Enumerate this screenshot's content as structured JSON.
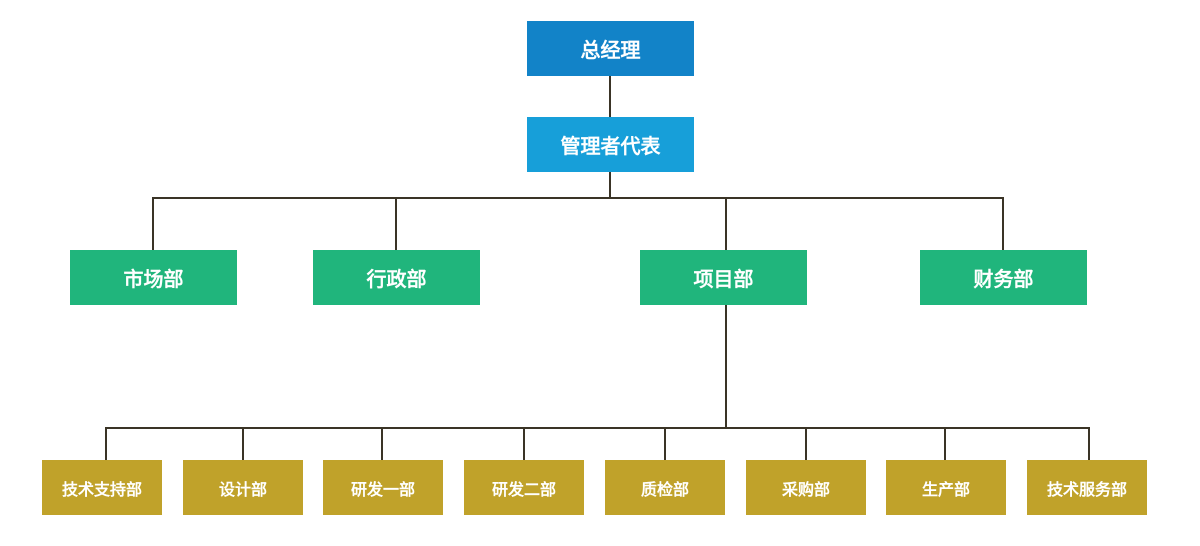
{
  "colors": {
    "top": "#1283c8",
    "second": "#179fd9",
    "department": "#20b57c",
    "sub_department": "#c0a22a",
    "connector": "#3a3426"
  },
  "org": {
    "general_manager": "总经理",
    "management_representative": "管理者代表",
    "departments": [
      "市场部",
      "行政部",
      "项目部",
      "财务部"
    ],
    "project_sub_departments": [
      "技术支持部",
      "设计部",
      "研发一部",
      "研发二部",
      "质检部",
      "采购部",
      "生产部",
      "技术服务部"
    ]
  }
}
